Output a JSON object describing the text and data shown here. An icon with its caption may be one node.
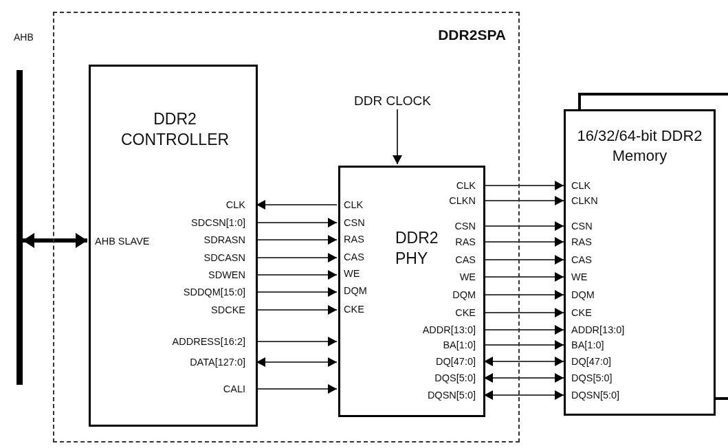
{
  "diagram": {
    "nodes": [
      {
        "text": [
          "DDR2SPA"
        ]
      },
      {
        "text": [
          "DDR2 CONTROLLER"
        ],
        "in": 0
      },
      {
        "text": [
          "DDR2 PHY"
        ],
        "in": 0
      },
      {
        "text": [
          "16/32/64-bit DDR2 Memory"
        ]
      },
      {
        "text": [
          "AHB"
        ]
      },
      {
        "text": [
          "DDR CLOCK"
        ],
        "in": 0
      }
    ],
    "edges": [
      {
        "from": 4,
        "to": 1,
        "arrow": "both",
        "style": "thick"
      },
      {
        "from": 5,
        "to": 2,
        "arrow": "to"
      },
      {
        "from": 2,
        "to": 1,
        "arrow": "to"
      },
      {
        "from": 1,
        "to": 2,
        "arrow": "to"
      },
      {
        "from": 1,
        "to": 2,
        "arrow": "to"
      },
      {
        "from": 1,
        "to": 2,
        "arrow": "to"
      },
      {
        "from": 1,
        "to": 2,
        "arrow": "to"
      },
      {
        "from": 1,
        "to": 2,
        "arrow": "to"
      },
      {
        "from": 1,
        "to": 2,
        "arrow": "to"
      },
      {
        "from": 1,
        "to": 2,
        "arrow": "to"
      },
      {
        "from": 1,
        "to": 2,
        "arrow": "both"
      },
      {
        "from": 1,
        "to": 2,
        "arrow": "to"
      },
      {
        "from": 2,
        "to": 3,
        "arrow": "to"
      },
      {
        "from": 2,
        "to": 3,
        "arrow": "to"
      },
      {
        "from": 2,
        "to": 3,
        "arrow": "to"
      },
      {
        "from": 2,
        "to": 3,
        "arrow": "to"
      },
      {
        "from": 2,
        "to": 3,
        "arrow": "to"
      },
      {
        "from": 2,
        "to": 3,
        "arrow": "to"
      },
      {
        "from": 2,
        "to": 3,
        "arrow": "to"
      },
      {
        "from": 2,
        "to": 3,
        "arrow": "to"
      },
      {
        "from": 2,
        "to": 3,
        "arrow": "to"
      },
      {
        "from": 2,
        "to": 3,
        "arrow": "to"
      },
      {
        "from": 2,
        "to": 3,
        "arrow": "both"
      },
      {
        "from": 2,
        "to": 3,
        "arrow": "both"
      },
      {
        "from": 2,
        "to": 3,
        "arrow": "both"
      }
    ],
    "labels": [
      "AHB SLAVE",
      "CLK",
      "SDCSN[1:0]",
      "SDRASN",
      "SDCASN",
      "SDWEN",
      "SDDQM[15:0]",
      "SDCKE",
      "ADDRESS[16:2]",
      "DATA[127:0]",
      "CALI",
      "CLK",
      "CSN",
      "RAS",
      "CAS",
      "WE",
      "DQM",
      "CKE",
      "CLK",
      "CLKN",
      "CSN",
      "RAS",
      "CAS",
      "WE",
      "DQM",
      "CKE",
      "ADDR[13:0]",
      "BA[1:0]",
      "DQ[47:0]",
      "DQS[5:0]",
      "DQSN[5:0]",
      "CLK",
      "CLKN",
      "CSN",
      "RAS",
      "CAS",
      "WE",
      "DQM",
      "CKE",
      "ADDR[13:0]",
      "BA[1:0]",
      "DQ[47:0]",
      "DQS[5:0]",
      "DQSN[5:0]"
    ]
  }
}
